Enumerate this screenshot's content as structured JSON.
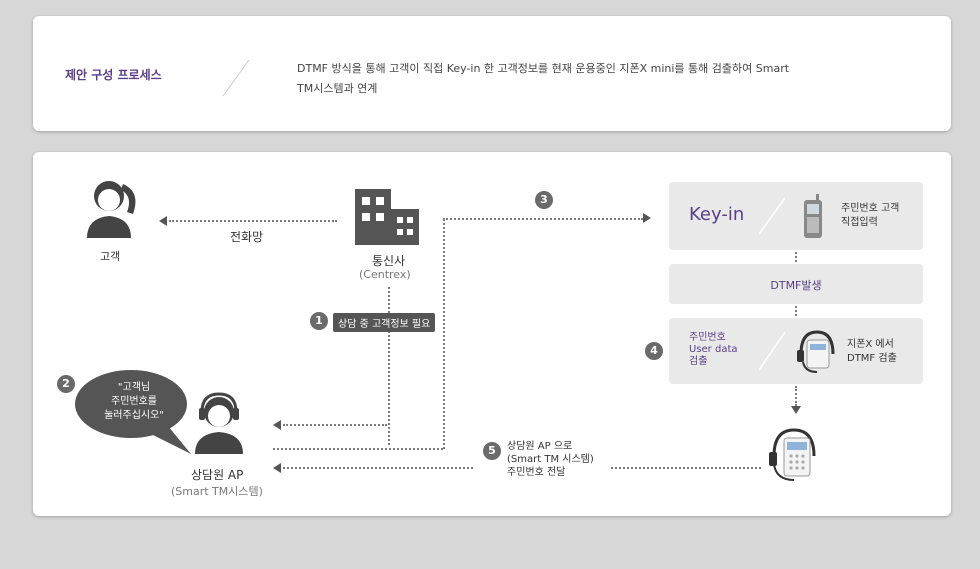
{
  "header": {
    "label": "제안 구성 프로세스",
    "description_line1": "DTMF 방식을 통해 고객이 직접 Key-in 한 고객정보를 현재 운용중인 지폰X mini를 통해 검출하여 Smart",
    "description_line2": "TM시스템과 연계"
  },
  "nodes": {
    "customer": "고객",
    "phone_network": "전화망",
    "carrier": "통신사",
    "carrier_sub": "(Centrex)",
    "agent": "상담원 AP",
    "agent_sub": "(Smart TM시스템)"
  },
  "steps": {
    "s1_num": "1",
    "s1_text": "상담 중 고객정보 필요",
    "s2_num": "2",
    "s2_line1": "\"고객님",
    "s2_line2": "주민번호를",
    "s2_line3": "눌러주십시오\"",
    "s3_num": "3",
    "s4_num": "4",
    "s5_num": "5",
    "s5_line1": "상담원 AP 으로",
    "s5_line2": "(Smart TM 시스템)",
    "s5_line3": "주민번호 전달"
  },
  "right_boxes": {
    "keyin_title": "Key-in",
    "keyin_desc_line1": "주민번호 고객",
    "keyin_desc_line2": "직접입력",
    "dtmf": "DTMF발생",
    "detect_left_line1": "주민번호",
    "detect_left_line2": "User data",
    "detect_left_line3": "검출",
    "detect_right_line1": "지폰X 에서",
    "detect_right_line2": "DTMF 검출"
  }
}
